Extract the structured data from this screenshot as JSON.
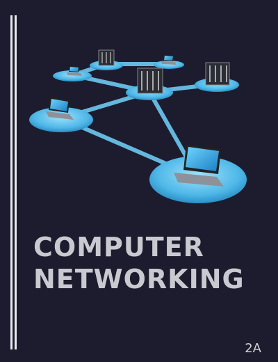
{
  "cover": {
    "title_line1": "COMPUTER",
    "title_line2": "NETWORKING",
    "edition": "2A"
  },
  "colors": {
    "background": "#1d1c2e",
    "platform": "#4fb8e8",
    "link": "#6cc8f0",
    "title": "#c9c9d0"
  },
  "illustration": {
    "nodes": [
      "server-icon",
      "server-icon",
      "server-icon",
      "laptop-icon",
      "laptop-icon",
      "laptop-icon",
      "laptop-icon"
    ]
  }
}
